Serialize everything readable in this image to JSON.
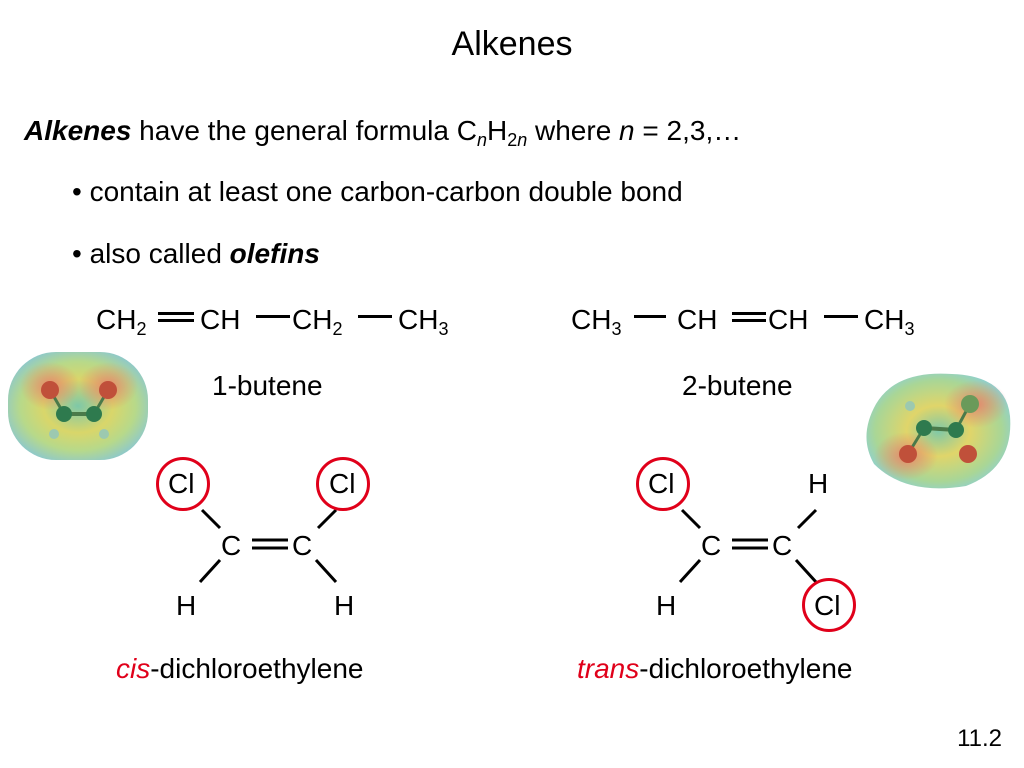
{
  "title": "Alkenes",
  "intro": {
    "term": "Alkenes",
    "text_a": " have the general formula C",
    "sub_n1": "n",
    "text_h": "H",
    "sub_2n": "2n",
    "text_b": " where ",
    "var_n": "n",
    "text_c": " = 2,3,…"
  },
  "bullets": [
    {
      "text": "• contain at least one carbon-carbon double bond"
    },
    {
      "text": "• also called ",
      "emph": "olefins"
    }
  ],
  "butene1": {
    "g1": "CH",
    "g1_sub": "2",
    "g2": "CH",
    "g3": "CH",
    "g3_sub": "2",
    "g4": "CH",
    "g4_sub": "3",
    "name": "1-butene"
  },
  "butene2": {
    "g1": "CH",
    "g1_sub": "3",
    "g2": "CH",
    "g3": "CH",
    "g4": "CH",
    "g4_sub": "3",
    "name": "2-butene"
  },
  "cis": {
    "top_left": "Cl",
    "top_right": "Cl",
    "c_left": "C",
    "c_right": "C",
    "bottom_left": "H",
    "bottom_right": "H",
    "prefix": "cis",
    "suffix": "-dichloroethylene"
  },
  "trans": {
    "top_left": "Cl",
    "top_right": "H",
    "c_left": "C",
    "c_right": "C",
    "bottom_left": "H",
    "bottom_right": "Cl",
    "prefix": "trans",
    "suffix": "-dichloroethylene"
  },
  "page_number": "11.2",
  "colors": {
    "highlight": "#e0001a",
    "text": "#000000"
  },
  "models": [
    {
      "name": "cis-dichloroethylene-potential-map"
    },
    {
      "name": "trans-dichloroethylene-potential-map"
    }
  ]
}
